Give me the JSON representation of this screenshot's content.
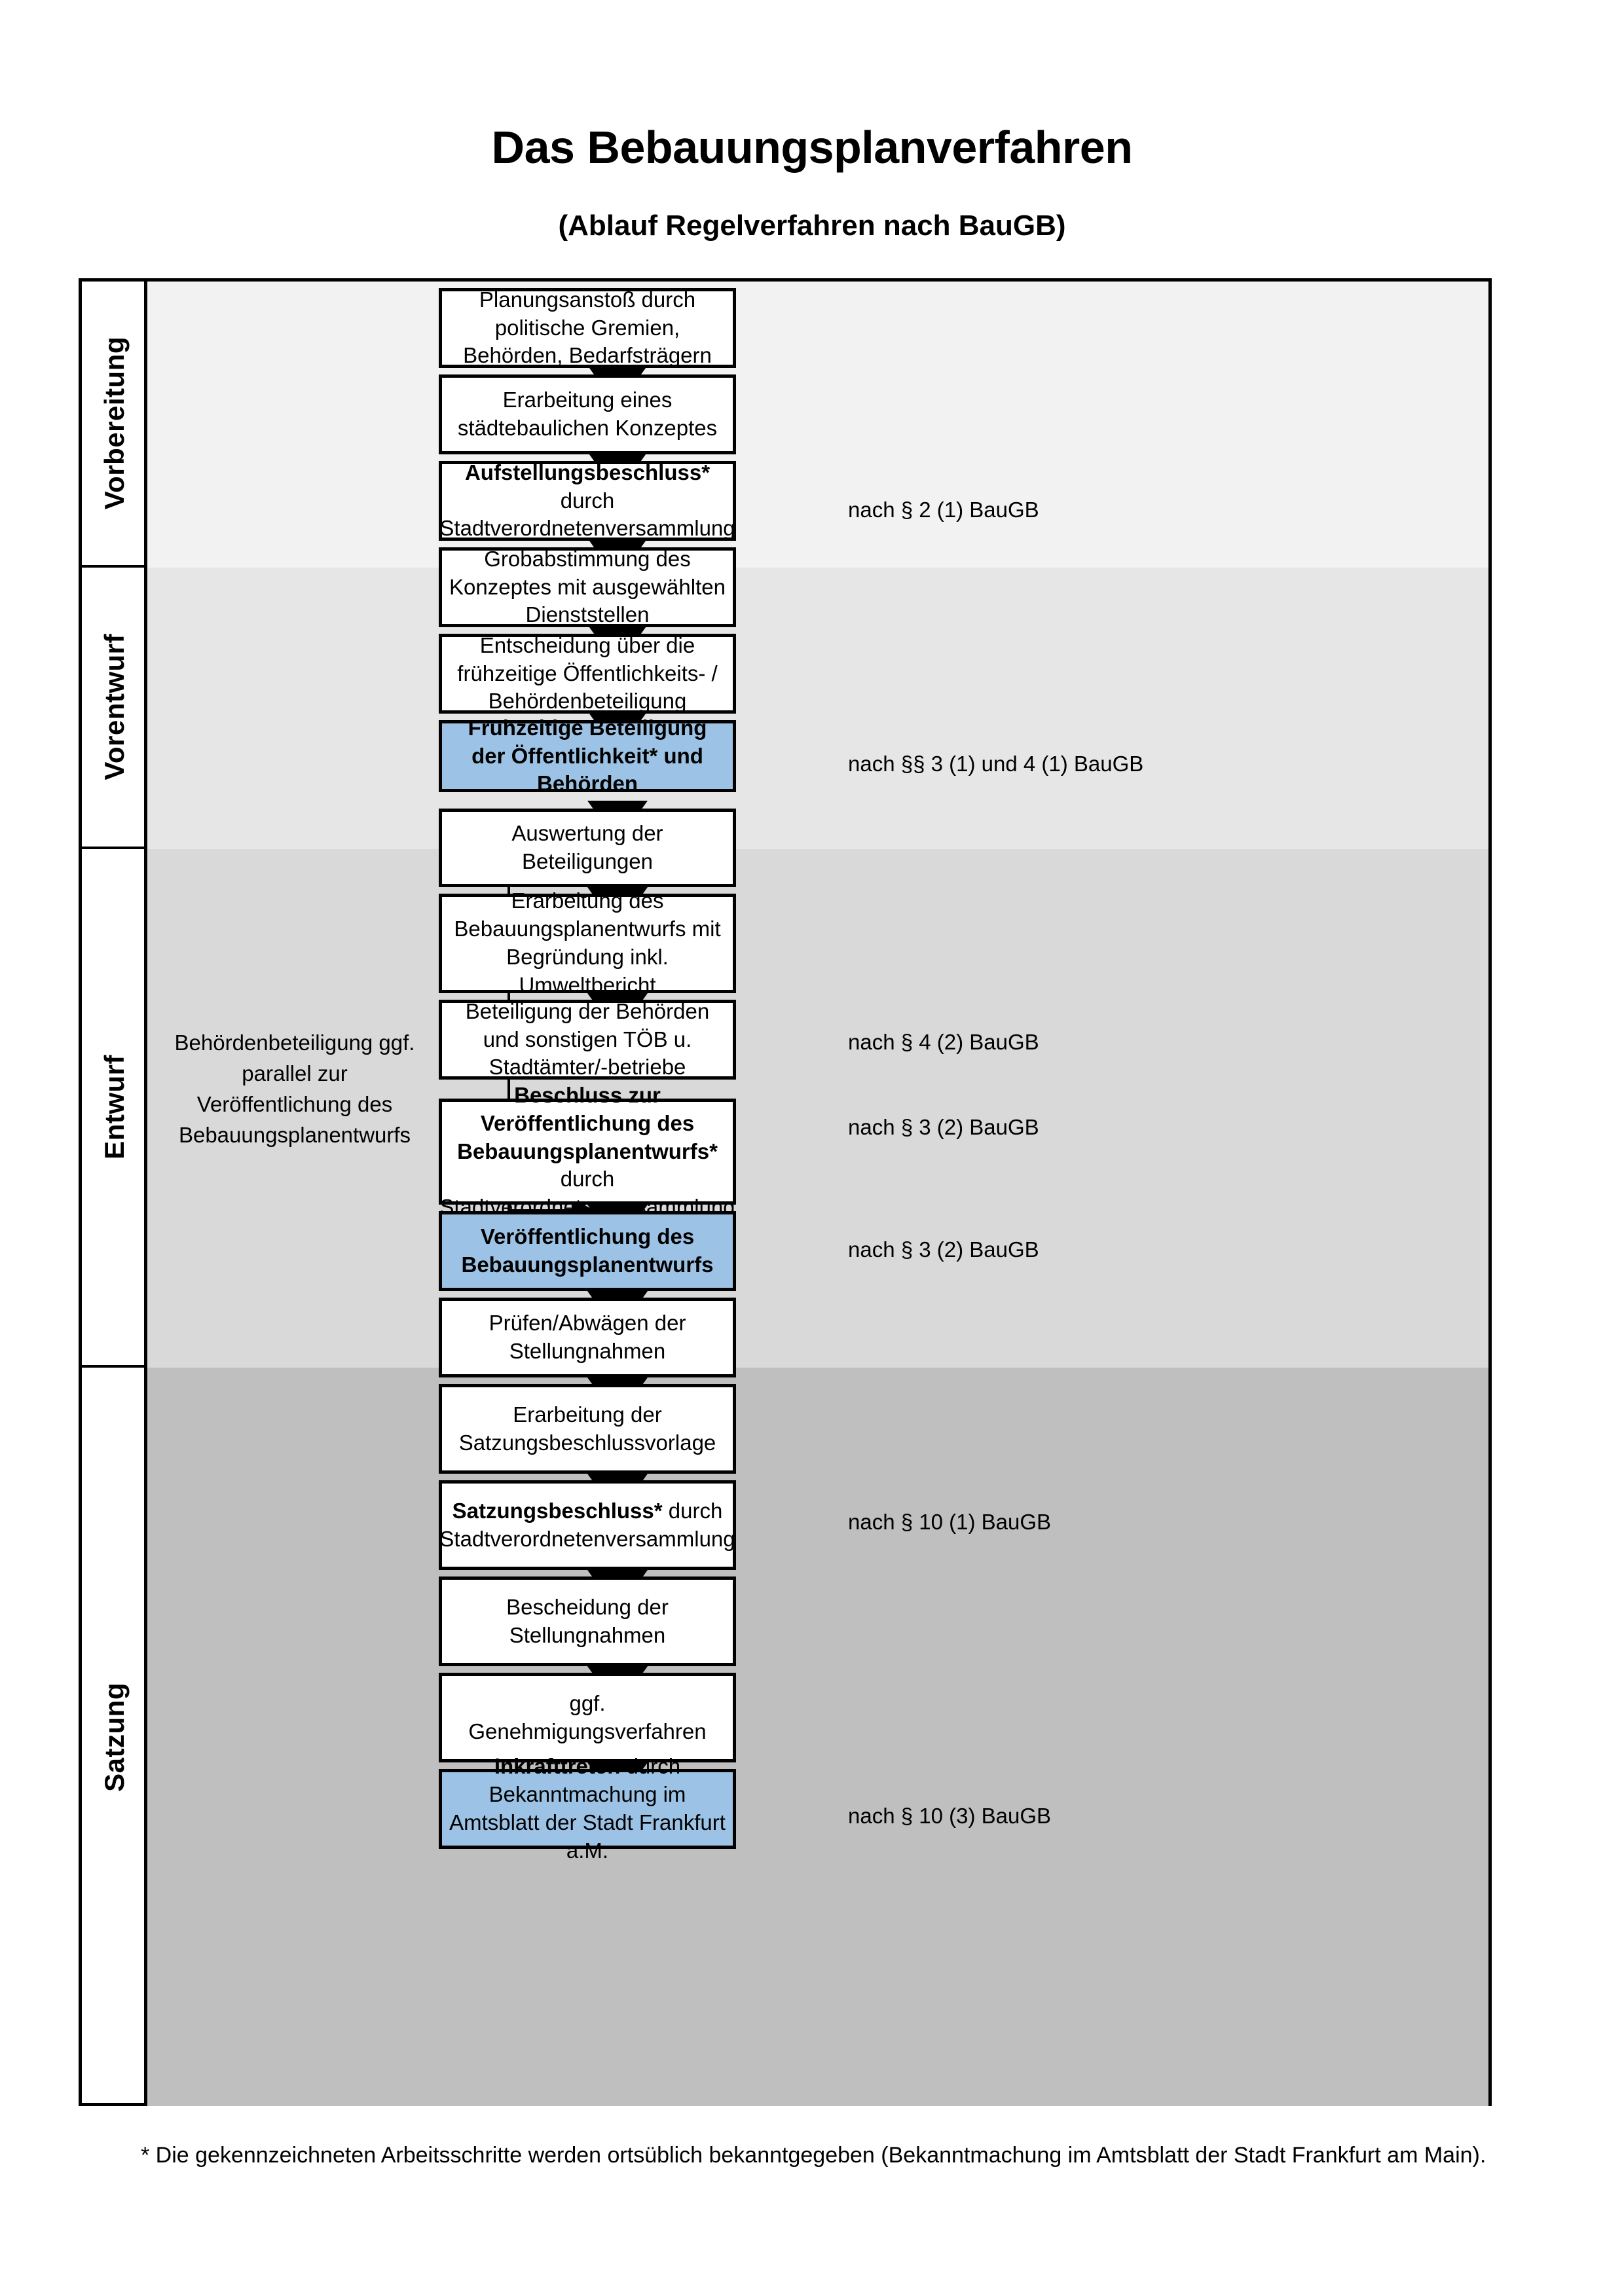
{
  "header": {
    "title": "Das Bebauungsplanverfahren",
    "subtitle": "(Ablauf Regelverfahren nach BauGB)"
  },
  "colors": {
    "accent_blue": "#9CC3E5",
    "band_vorbereitung": "#F2F2F2",
    "band_vorentwurf": "#E6E6E6",
    "band_entwurf": "#D9D9D9",
    "band_satzung": "#BFBFBF",
    "outline": "#000000"
  },
  "sections": [
    {
      "id": "vorbereitung",
      "label": "Vorbereitung",
      "band_color": "#F2F2F2"
    },
    {
      "id": "vorentwurf",
      "label": "Vorentwurf",
      "band_color": "#E6E6E6"
    },
    {
      "id": "entwurf",
      "label": "Entwurf",
      "band_color": "#D9D9D9"
    },
    {
      "id": "satzung",
      "label": "Satzung",
      "band_color": "#BFBFBF"
    }
  ],
  "steps": [
    {
      "id": "s1",
      "section": "vorbereitung",
      "bold": "",
      "rest": "Planungsanstoß durch politische Gremien, Behörden, Bedarfsträgern",
      "highlight": false
    },
    {
      "id": "s2",
      "section": "vorbereitung",
      "bold": "",
      "rest": "Erarbeitung eines städtebaulichen Konzeptes",
      "highlight": false
    },
    {
      "id": "s3",
      "section": "vorbereitung",
      "bold": "Aufstellungsbeschluss*",
      "rest": " durch Stadtverordnetenversammlung",
      "highlight": false
    },
    {
      "id": "s4",
      "section": "vorentwurf",
      "bold": "",
      "rest": "Grobabstimmung des Konzeptes mit ausgewählten Dienststellen",
      "highlight": false
    },
    {
      "id": "s5",
      "section": "vorentwurf",
      "bold": "",
      "rest": "Entscheidung über die frühzeitige Öffentlichkeits- / Behördenbeteiligung",
      "highlight": false
    },
    {
      "id": "s6",
      "section": "vorentwurf",
      "bold": "Frühzeitige Beteiligung der Öffentlichkeit* und Behörden",
      "rest": "",
      "highlight": true
    },
    {
      "id": "s7",
      "section": "entwurf",
      "bold": "",
      "rest": "Auswertung der Beteiligungen",
      "highlight": false
    },
    {
      "id": "s8",
      "section": "entwurf",
      "bold": "",
      "rest": "Erarbeitung des Bebauungsplanentwurfs mit Begründung inkl. Umweltbericht",
      "highlight": false
    },
    {
      "id": "s9",
      "section": "entwurf",
      "bold": "",
      "rest": "Beteiligung der Behörden und sonstigen TÖB u. Stadtämter/-betriebe",
      "highlight": false
    },
    {
      "id": "s10",
      "section": "entwurf",
      "bold": "Beschluss zur Veröffentlichung des Bebauungsplanentwurfs*",
      "rest": " durch Stadtverordnetenversammlung",
      "highlight": false
    },
    {
      "id": "s11",
      "section": "entwurf",
      "bold": "Veröffentlichung des Bebauungsplanentwurfs",
      "rest": "",
      "highlight": true
    },
    {
      "id": "s12",
      "section": "satzung",
      "bold": "",
      "rest": "Prüfen/Abwägen der Stellungnahmen",
      "highlight": false
    },
    {
      "id": "s13",
      "section": "satzung",
      "bold": "",
      "rest": "Erarbeitung der Satzungsbeschlussvorlage",
      "highlight": false
    },
    {
      "id": "s14",
      "section": "satzung",
      "bold": "Satzungsbeschluss*",
      "rest": " durch Stadtverordnetenversammlung",
      "highlight": false
    },
    {
      "id": "s15",
      "section": "satzung",
      "bold": "",
      "rest": "Bescheidung der Stellungnahmen",
      "highlight": false
    },
    {
      "id": "s16",
      "section": "satzung",
      "bold": "",
      "rest": "ggf. Genehmigungsverfahren",
      "highlight": false
    },
    {
      "id": "s17",
      "section": "satzung",
      "bold": "Inkrafttreten",
      "rest": " durch Bekanntmachung im Amtsblatt der Stadt Frankfurt a.M.",
      "highlight": true
    }
  ],
  "legal_refs": [
    {
      "id": "r1",
      "text": "nach § 2 (1) BauGB",
      "for_step": "s3"
    },
    {
      "id": "r2",
      "text": "nach §§ 3 (1) und 4 (1) BauGB",
      "for_step": "s6"
    },
    {
      "id": "r3",
      "text": "nach § 4 (2) BauGB",
      "for_step": "s9"
    },
    {
      "id": "r4",
      "text": "nach § 3 (2) BauGB",
      "for_step": "s10"
    },
    {
      "id": "r5",
      "text": "nach § 3 (2) BauGB",
      "for_step": "s11"
    },
    {
      "id": "r6",
      "text": "nach § 10 (1) BauGB",
      "for_step": "s14"
    },
    {
      "id": "r7",
      "text": "nach § 10 (3) BauGB",
      "for_step": "s17"
    }
  ],
  "side_note": {
    "text": "Behördenbeteiligung ggf. parallel zur Veröffentlichung des Bebauungsplanentwurfs"
  },
  "footnote": {
    "text": "* Die gekennzeichneten Arbeitsschritte werden ortsüblich bekanntgegeben (Bekanntmachung im Amtsblatt  der Stadt Frankfurt am Main)."
  }
}
